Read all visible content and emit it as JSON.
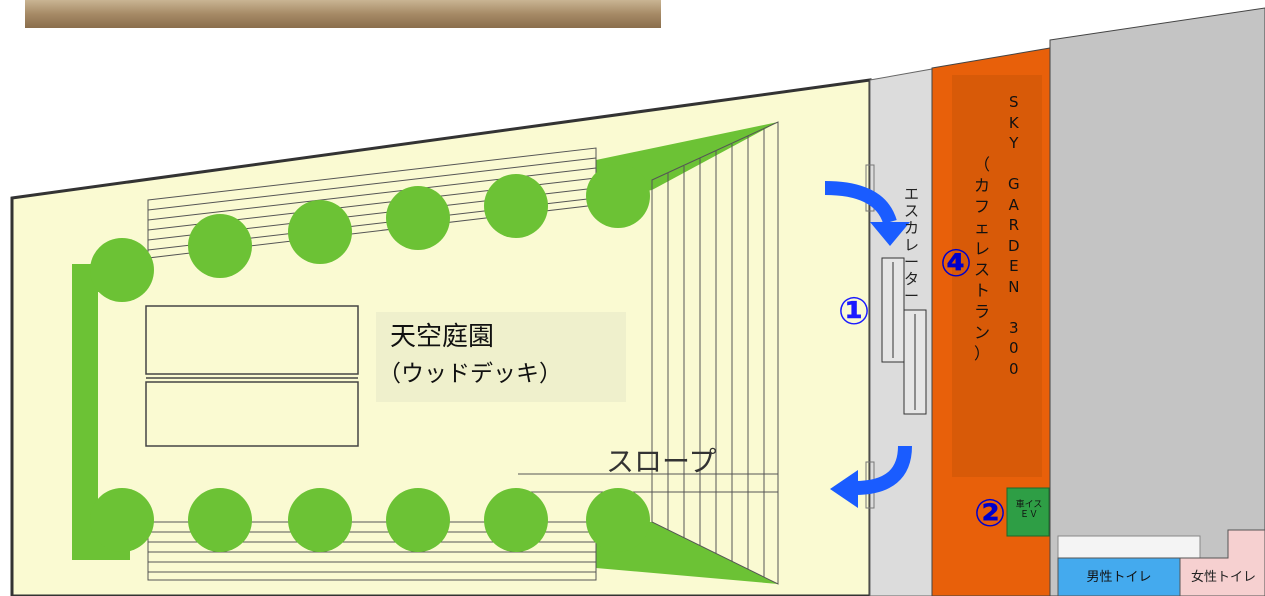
{
  "garden": {
    "title": "天空庭園",
    "subtitle": "（ウッドデッキ）"
  },
  "slope_label": "スロープ",
  "escalator_label": [
    "エ",
    "ス",
    "カ",
    "レ",
    "ー",
    "タ",
    "ー"
  ],
  "restaurant": {
    "name_chars": [
      "S",
      "K",
      "Y",
      "",
      "G",
      "A",
      "R",
      "D",
      "E",
      "N",
      "",
      "3",
      "0",
      "0"
    ],
    "sub_chars": [
      "（",
      "カ",
      "フ",
      "ェ",
      "レ",
      "ス",
      "ト",
      "ラ",
      "ン",
      "）"
    ]
  },
  "markers": {
    "m1": "①",
    "m2": "②",
    "m4": "④"
  },
  "wheelchair_ev": {
    "line1": "車イス",
    "line2": "ＥＶ"
  },
  "restrooms": {
    "men": "男性トイレ",
    "women": "女性トイレ"
  },
  "colors": {
    "deck": "#fafad2",
    "green": "#6cc235",
    "corridor": "#dcdcdc",
    "restaurant": "#e8600a",
    "building": "#c4c4c4",
    "men": "#44aaee",
    "women": "#f6d0d0",
    "arrow": "#1a5cff"
  }
}
